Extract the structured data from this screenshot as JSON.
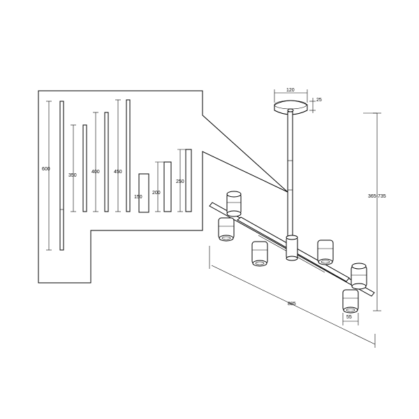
{
  "rod_lengths": [
    {
      "label": "600"
    },
    {
      "label": "350"
    },
    {
      "label": "400"
    },
    {
      "label": "450"
    },
    {
      "label": "150"
    },
    {
      "label": "200"
    },
    {
      "label": "250"
    }
  ],
  "dimensions": {
    "canopy_diameter": "120",
    "canopy_height": "25",
    "total_height": "365-735",
    "total_length": "885",
    "shade_diameter": "55"
  },
  "colors": {
    "line": "#000000",
    "background": "#ffffff"
  }
}
